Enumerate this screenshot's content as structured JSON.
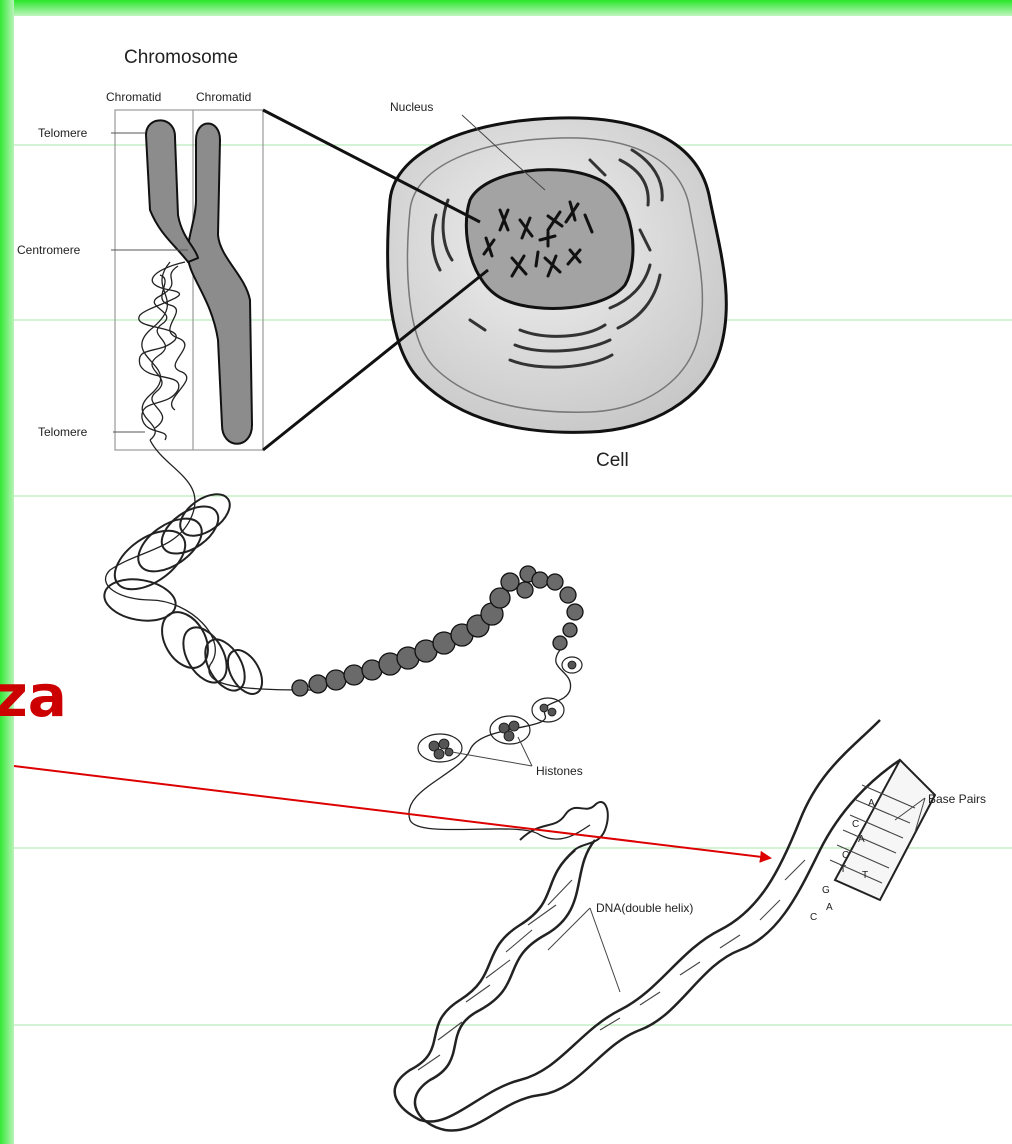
{
  "theme": {
    "frame_green": "#2ee82e",
    "frame_light": "#c8f7c8",
    "guide_line": "#a9e6a9",
    "arrow_red": "#dd0000",
    "slide_text_red": "#cc0000",
    "chromosome_fill": "#8c8c8c",
    "cell_fill": "#e0e0e0",
    "nucleus_fill": "#a3a3a3",
    "outline": "#111111"
  },
  "slide_text": "za",
  "diagram": {
    "labels": {
      "chromosome_title": "Chromosome",
      "chromatid_left": "Chromatid",
      "chromatid_right": "Chromatid",
      "telomere_top": "Telomere",
      "centromere": "Centromere",
      "telomere_bottom": "Telomere",
      "nucleus": "Nucleus",
      "cell": "Cell",
      "histones": "Histones",
      "base_pairs": "Base Pairs",
      "dna": "DNA(double helix)"
    },
    "base_letters": [
      "A",
      "C",
      "A",
      "C",
      "T",
      "T",
      "G",
      "A",
      "C"
    ]
  }
}
